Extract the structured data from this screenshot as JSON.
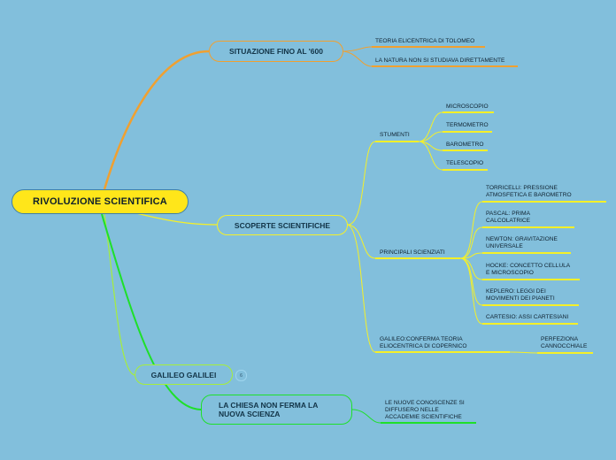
{
  "central": "RIVOLUZIONE SCIENTIFICA",
  "branches": {
    "situazione": {
      "title": "SITUAZIONE FINO AL '600",
      "children": [
        "TEORIA ELICENTRICA DI TOLOMEO",
        "LA NATURA NON SI STUDIAVA DIRETTAMENTE"
      ]
    },
    "scoperte": {
      "title": "SCOPERTE SCIENTIFICHE",
      "strumenti": {
        "label": "STUMENTI",
        "items": [
          "MICROSCOPIO",
          "TERMOMETRO",
          "BAROMETRO",
          "TELESCOPIO"
        ]
      },
      "scienziati": {
        "label": "PRINCIPALI SCIENZIATI",
        "items": [
          [
            "TORRICELLI: PRESSIONE",
            "ATMOSFETICA E BAROMETRO"
          ],
          [
            "PASCAL: PRIMA",
            "CALCOLATRICE"
          ],
          [
            "NEWTON: GRAVITAZIONE",
            "UNIVERSALE"
          ],
          [
            "HOCKE: CONCETTO CELLULA",
            "E MICROSCOPIO"
          ],
          [
            "KEPLERO: LEGGI DEI",
            "MOVIMENTI DEI PIANETI"
          ],
          [
            "CARTESIO: ASSI CARTESIANI"
          ]
        ]
      },
      "galileo_sub": {
        "label": [
          "GALILEO:CONFERMA TEORIA",
          "ELIOCENTRICA DI COPERNICO"
        ],
        "child": [
          "PERFEZIONA",
          "CANNOCCHIALE"
        ]
      }
    },
    "galilei": {
      "title": "GALILEO GALILEI",
      "badge": "6"
    },
    "chiesa": {
      "title": [
        "LA CHIESA NON FERMA LA",
        "NUOVA SCIENZA"
      ],
      "child": [
        "LE NUOVE CONOSCENZE SI",
        "DIFFUSERO NELLE",
        "ACCADEMIE SCIENTIFICHE"
      ]
    }
  },
  "colors": {
    "background": "#82bfdc",
    "central_fill": "#ffe61a",
    "orange": "#f0a030",
    "yellow": "#f5f028",
    "light_green": "#a6ee3a",
    "green": "#1ee02a"
  }
}
